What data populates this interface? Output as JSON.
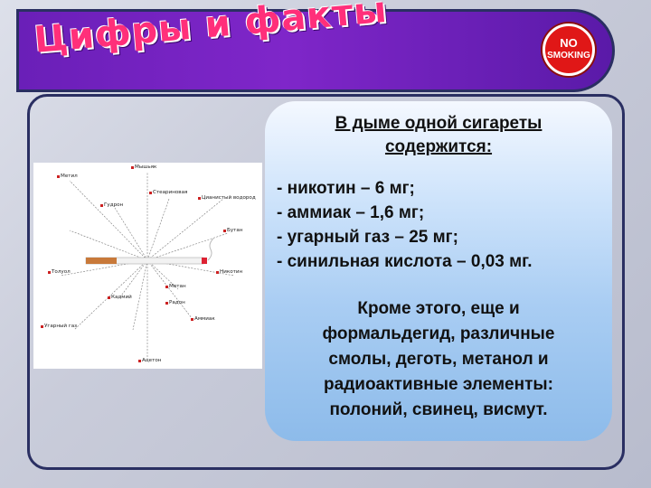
{
  "slide": {
    "title": "Цифры и факты",
    "badge": {
      "line1": "NO",
      "line2": "SMOKING"
    },
    "heading_line1": "В дыме одной сигареты",
    "heading_line2": "содержится:",
    "facts": [
      "- никотин – 6 мг;",
      "- аммиак – 1,6 мг;",
      "- угарный газ – 25 мг;",
      "- синильная кислота – 0,03 мг."
    ],
    "extra_lines": [
      "Кроме этого, еще и",
      "формальдегид, различные",
      "смолы, деготь, метанол и",
      "радиоактивные элементы:",
      "полоний, свинец, висмут."
    ]
  },
  "diagram": {
    "labels": [
      "Мышьяк",
      "Метил",
      "Стеариновая",
      "Цианистый водород",
      "Гудрон",
      "Аммиак",
      "Бутан",
      "Толуол",
      "Никотин",
      "Кадмий",
      "Радон",
      "Метан",
      "Угарный газ",
      "Ацетон"
    ]
  },
  "colors": {
    "banner": "#7f26c9",
    "title": "#ff2f7a",
    "badge": "#e01717",
    "frame": "#2a2f62",
    "panel": "#a9cdf3"
  }
}
